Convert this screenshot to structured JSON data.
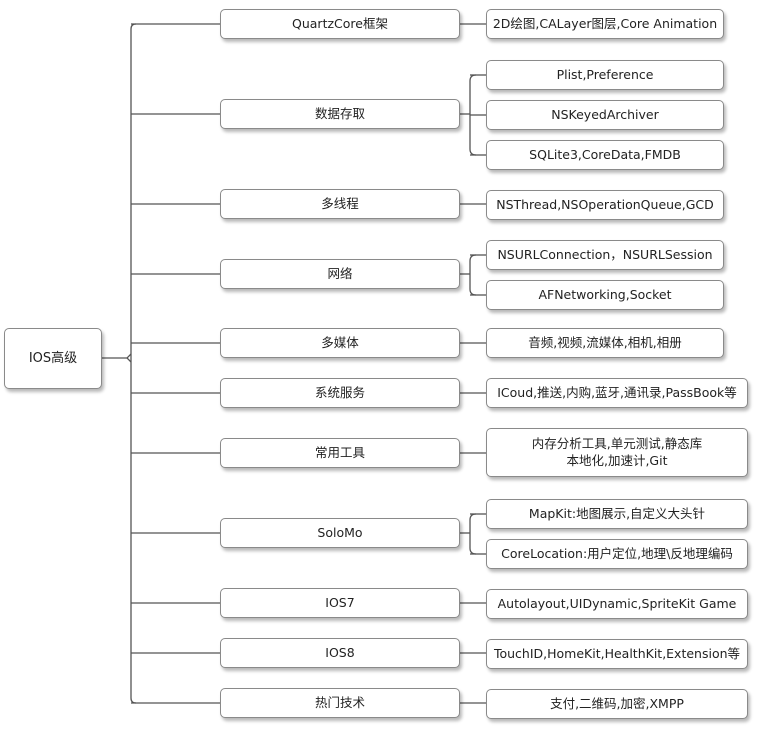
{
  "root": {
    "label": "IOS高级"
  },
  "branches": [
    {
      "label": "QuartzCore框架",
      "children": [
        "2D绘图,CALayer图层,Core Animation"
      ]
    },
    {
      "label": "数据存取",
      "children": [
        "Plist,Preference",
        "NSKeyedArchiver",
        "SQLite3,CoreData,FMDB"
      ]
    },
    {
      "label": "多线程",
      "children": [
        "NSThread,NSOperationQueue,GCD"
      ]
    },
    {
      "label": "网络",
      "children": [
        "NSURLConnection，NSURLSession",
        "AFNetworking,Socket"
      ]
    },
    {
      "label": "多媒体",
      "children": [
        "音频,视频,流媒体,相机,相册"
      ]
    },
    {
      "label": "系统服务",
      "children": [
        "ICoud,推送,内购,蓝牙,通讯录,PassBook等"
      ]
    },
    {
      "label": "常用工具",
      "children": [
        {
          "line1": "内存分析工具,单元测试,静态库",
          "line2": "本地化,加速计,Git"
        }
      ]
    },
    {
      "label": "SoloMo",
      "children": [
        "MapKit:地图展示,自定义大头针",
        "CoreLocation:用户定位,地理\\反地理编码"
      ]
    },
    {
      "label": "IOS7",
      "children": [
        "Autolayout,UIDynamic,SpriteKit Game"
      ]
    },
    {
      "label": "IOS8",
      "children": [
        "TouchID,HomeKit,HealthKit,Extension等"
      ]
    },
    {
      "label": "热门技术",
      "children": [
        "支付,二维码,加密,XMPP"
      ]
    }
  ]
}
